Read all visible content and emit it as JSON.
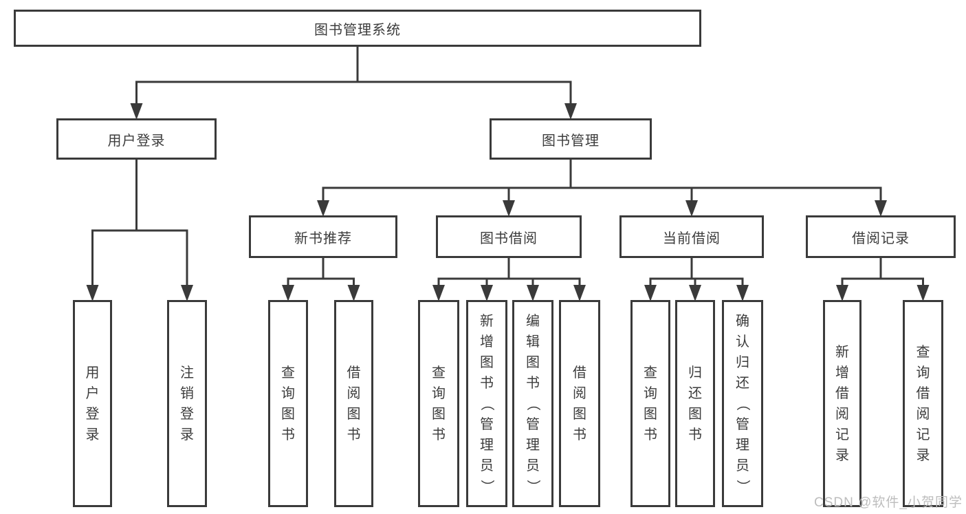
{
  "diagram": {
    "nodes": [
      {
        "id": "root",
        "label": "图书管理系统",
        "orientation": "horizontal"
      },
      {
        "id": "user-login",
        "label": "用户登录",
        "orientation": "horizontal"
      },
      {
        "id": "book-mgmt",
        "label": "图书管理",
        "orientation": "horizontal"
      },
      {
        "id": "new-book-rec",
        "label": "新书推荐",
        "orientation": "horizontal"
      },
      {
        "id": "book-borrow",
        "label": "图书借阅",
        "orientation": "horizontal"
      },
      {
        "id": "current-borrow",
        "label": "当前借阅",
        "orientation": "horizontal"
      },
      {
        "id": "borrow-records",
        "label": "借阅记录",
        "orientation": "horizontal"
      },
      {
        "id": "leaf-user-login",
        "label": "用户登录",
        "orientation": "vertical"
      },
      {
        "id": "leaf-logout",
        "label": "注销登录",
        "orientation": "vertical"
      },
      {
        "id": "nb-query-books",
        "label": "查询图书",
        "orientation": "vertical"
      },
      {
        "id": "nb-borrow-books",
        "label": "借阅图书",
        "orientation": "vertical"
      },
      {
        "id": "bb-query-books",
        "label": "查询图书",
        "orientation": "vertical"
      },
      {
        "id": "bb-add-books",
        "label": "新增图书（管理员）",
        "orientation": "vertical"
      },
      {
        "id": "bb-edit-books",
        "label": "编辑图书（管理员）",
        "orientation": "vertical"
      },
      {
        "id": "bb-borrow-books",
        "label": "借阅图书",
        "orientation": "vertical"
      },
      {
        "id": "cb-query-books",
        "label": "查询图书",
        "orientation": "vertical"
      },
      {
        "id": "cb-return-books",
        "label": "归还图书",
        "orientation": "vertical"
      },
      {
        "id": "cb-confirm-return",
        "label": "确认归还（管理员）",
        "orientation": "vertical"
      },
      {
        "id": "br-add-record",
        "label": "新增借阅记录",
        "orientation": "vertical"
      },
      {
        "id": "br-query-record",
        "label": "查询借阅记录",
        "orientation": "vertical"
      }
    ],
    "edges": [
      {
        "parent": "root",
        "children": [
          "user-login",
          "book-mgmt"
        ]
      },
      {
        "parent": "user-login",
        "children": [
          "leaf-user-login",
          "leaf-logout"
        ]
      },
      {
        "parent": "book-mgmt",
        "children": [
          "new-book-rec",
          "book-borrow",
          "current-borrow",
          "borrow-records"
        ]
      },
      {
        "parent": "new-book-rec",
        "children": [
          "nb-query-books",
          "nb-borrow-books"
        ]
      },
      {
        "parent": "book-borrow",
        "children": [
          "bb-query-books",
          "bb-add-books",
          "bb-edit-books",
          "bb-borrow-books"
        ]
      },
      {
        "parent": "current-borrow",
        "children": [
          "cb-query-books",
          "cb-return-books",
          "cb-confirm-return"
        ]
      },
      {
        "parent": "borrow-records",
        "children": [
          "br-add-record",
          "br-query-record"
        ]
      }
    ]
  },
  "watermark": {
    "text": "CSDN @软件_小贺同学"
  },
  "colors": {
    "line": "#3a3a3a",
    "box_border": "#3a3a3a",
    "box_fill": "#ffffff",
    "text": "#3c3c3c",
    "watermark": "#bdbdbd",
    "background": "#ffffff"
  }
}
